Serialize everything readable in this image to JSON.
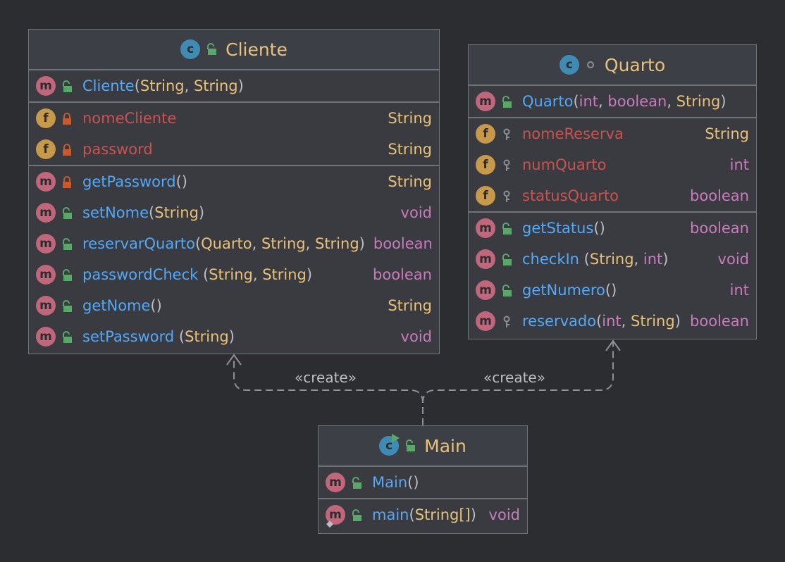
{
  "colors": {
    "background": "#2b2d30",
    "box": "#393b40",
    "border": "#6f737a",
    "class_title": "#e8c17a",
    "method": "#56a8f5",
    "field": "#c75450",
    "type": "#e8c17a",
    "keyword": "#c77dbb",
    "class_icon": "#3f8bb3",
    "method_icon": "#c0677b",
    "field_icon": "#c69a4a",
    "public": "#59a869",
    "private": "#c65a2e",
    "package": "#8c8f95"
  },
  "classes": {
    "cliente": {
      "title": "Cliente",
      "icon": "class-icon",
      "visibility": "public",
      "constructors": [
        {
          "icon": "m",
          "visibility": "public",
          "name": "Cliente",
          "open": "(",
          "params": [
            {
              "t": "String",
              "k": "type"
            },
            {
              "t": "String",
              "k": "type"
            }
          ],
          "close": ")",
          "ret": ""
        }
      ],
      "fields": [
        {
          "icon": "f",
          "visibility": "private",
          "name": "nomeCliente",
          "ret": "String",
          "retk": "type"
        },
        {
          "icon": "f",
          "visibility": "private",
          "name": "password",
          "ret": "String",
          "retk": "type"
        }
      ],
      "methods": [
        {
          "icon": "m",
          "visibility": "private",
          "name": "getPassword",
          "open": "(",
          "params": [],
          "close": ")",
          "ret": "String",
          "retk": "type"
        },
        {
          "icon": "m",
          "visibility": "public",
          "name": "setNome",
          "open": "(",
          "params": [
            {
              "t": "String",
              "k": "type"
            }
          ],
          "close": ")",
          "ret": "void",
          "retk": "kw"
        },
        {
          "icon": "m",
          "visibility": "public",
          "name": "reservarQuarto",
          "open": "(",
          "params": [
            {
              "t": "Quarto",
              "k": "type"
            },
            {
              "t": "String",
              "k": "type"
            },
            {
              "t": "String",
              "k": "type"
            }
          ],
          "close": ")",
          "ret": "boolean",
          "retk": "kw"
        },
        {
          "icon": "m",
          "visibility": "public",
          "name": "passwordCheck",
          "open": " (",
          "params": [
            {
              "t": "String",
              "k": "type"
            },
            {
              "t": "String",
              "k": "type"
            }
          ],
          "close": ")",
          "ret": "boolean",
          "retk": "kw"
        },
        {
          "icon": "m",
          "visibility": "public",
          "name": "getNome",
          "open": "(",
          "params": [],
          "close": ")",
          "ret": "String",
          "retk": "type"
        },
        {
          "icon": "m",
          "visibility": "public",
          "name": "setPassword",
          "open": " (",
          "params": [
            {
              "t": "String",
              "k": "type"
            }
          ],
          "close": ")",
          "ret": "void",
          "retk": "kw"
        }
      ]
    },
    "quarto": {
      "title": "Quarto",
      "icon": "class-icon",
      "visibility": "package",
      "constructors": [
        {
          "icon": "m",
          "visibility": "public",
          "name": "Quarto",
          "open": "(",
          "params": [
            {
              "t": "int",
              "k": "kw"
            },
            {
              "t": "boolean",
              "k": "kw"
            },
            {
              "t": "String",
              "k": "type"
            }
          ],
          "close": ")",
          "ret": ""
        }
      ],
      "fields": [
        {
          "icon": "f",
          "visibility": "package",
          "name": "nomeReserva",
          "ret": "String",
          "retk": "type"
        },
        {
          "icon": "f",
          "visibility": "package",
          "name": "numQuarto",
          "ret": "int",
          "retk": "kw"
        },
        {
          "icon": "f",
          "visibility": "package",
          "name": "statusQuarto",
          "ret": "boolean",
          "retk": "kw"
        }
      ],
      "methods": [
        {
          "icon": "m",
          "visibility": "public",
          "name": "getStatus",
          "open": "(",
          "params": [],
          "close": ")",
          "ret": "boolean",
          "retk": "kw"
        },
        {
          "icon": "m",
          "visibility": "public",
          "name": "checkIn",
          "open": " (",
          "params": [
            {
              "t": "String",
              "k": "type"
            },
            {
              "t": "int",
              "k": "kw"
            }
          ],
          "close": ")",
          "ret": "void",
          "retk": "kw"
        },
        {
          "icon": "m",
          "visibility": "public",
          "name": "getNumero",
          "open": "(",
          "params": [],
          "close": ")",
          "ret": "int",
          "retk": "kw"
        },
        {
          "icon": "m",
          "visibility": "package",
          "name": "reservado",
          "open": "(",
          "params": [
            {
              "t": "int",
              "k": "kw"
            },
            {
              "t": "String",
              "k": "type"
            }
          ],
          "close": ")",
          "ret": "boolean",
          "retk": "kw"
        }
      ]
    },
    "main": {
      "title": "Main",
      "icon": "runnable-class-icon",
      "visibility": "public",
      "constructors": [
        {
          "icon": "m",
          "visibility": "public",
          "name": "Main",
          "open": "(",
          "params": [],
          "close": ")",
          "ret": ""
        }
      ],
      "fields": [],
      "methods": [
        {
          "icon": "m",
          "static": true,
          "visibility": "public",
          "name": "main",
          "open": "(",
          "params": [
            {
              "t": "String[]",
              "k": "type"
            }
          ],
          "close": ")",
          "ret": "void",
          "retk": "kw"
        }
      ]
    }
  },
  "edges": [
    {
      "from": "Main",
      "to": "Cliente",
      "label": "«create»"
    },
    {
      "from": "Main",
      "to": "Quarto",
      "label": "«create»"
    }
  ]
}
